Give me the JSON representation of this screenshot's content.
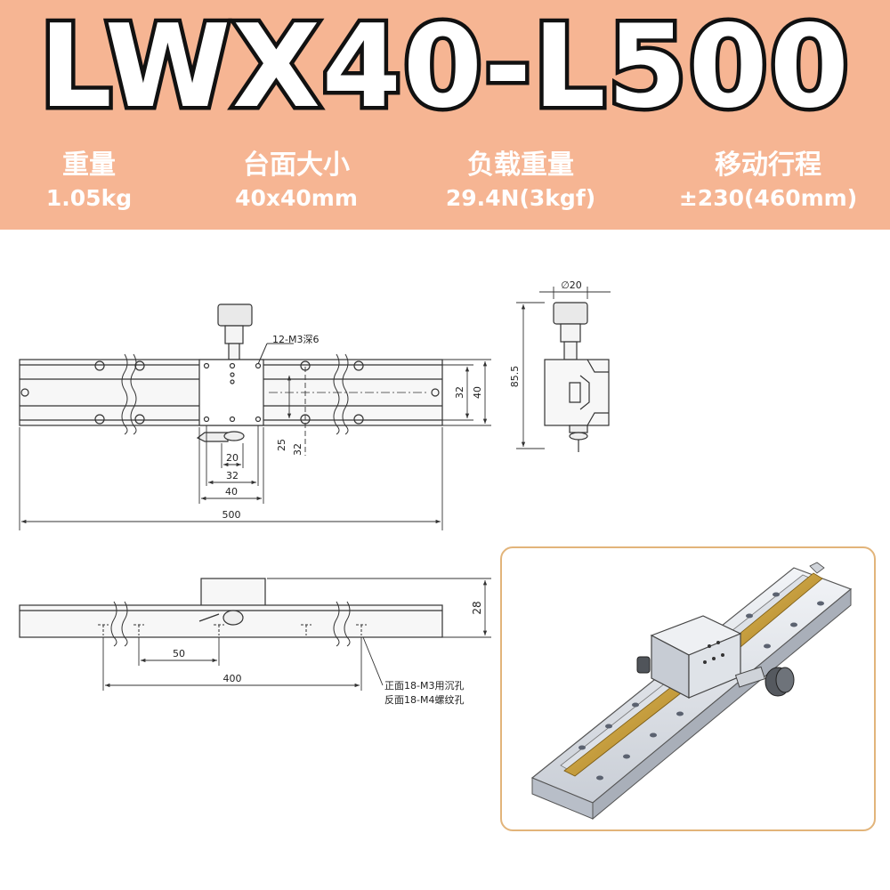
{
  "title": "LWX40-L500",
  "specs": [
    {
      "label": "重量",
      "value": "1.05kg"
    },
    {
      "label": "台面大小",
      "value": "40x40mm"
    },
    {
      "label": "负载重量",
      "value": "29.4N(3kgf)"
    },
    {
      "label": "移动行程",
      "value": "±230(460mm)"
    }
  ],
  "drawing": {
    "top_view": {
      "hole_note": "12-M3深6",
      "dims": {
        "d20": "20",
        "d32": "32",
        "d40": "40",
        "d500": "500",
        "d25": "25",
        "d32v": "32",
        "h32": "32",
        "h40": "40"
      }
    },
    "side_view": {
      "dia": "∅20",
      "height": "85.5"
    },
    "front_view": {
      "dims": {
        "d50": "50",
        "d400": "400",
        "h28": "28"
      },
      "note_line1": "正面18-M3用沉孔",
      "note_line2": "反面18-M4螺纹孔"
    }
  },
  "colors": {
    "header_bg": "#f6b593",
    "line": "#333333",
    "rail_accent": "#c9a13a",
    "panel_border": "#e2b47a"
  }
}
